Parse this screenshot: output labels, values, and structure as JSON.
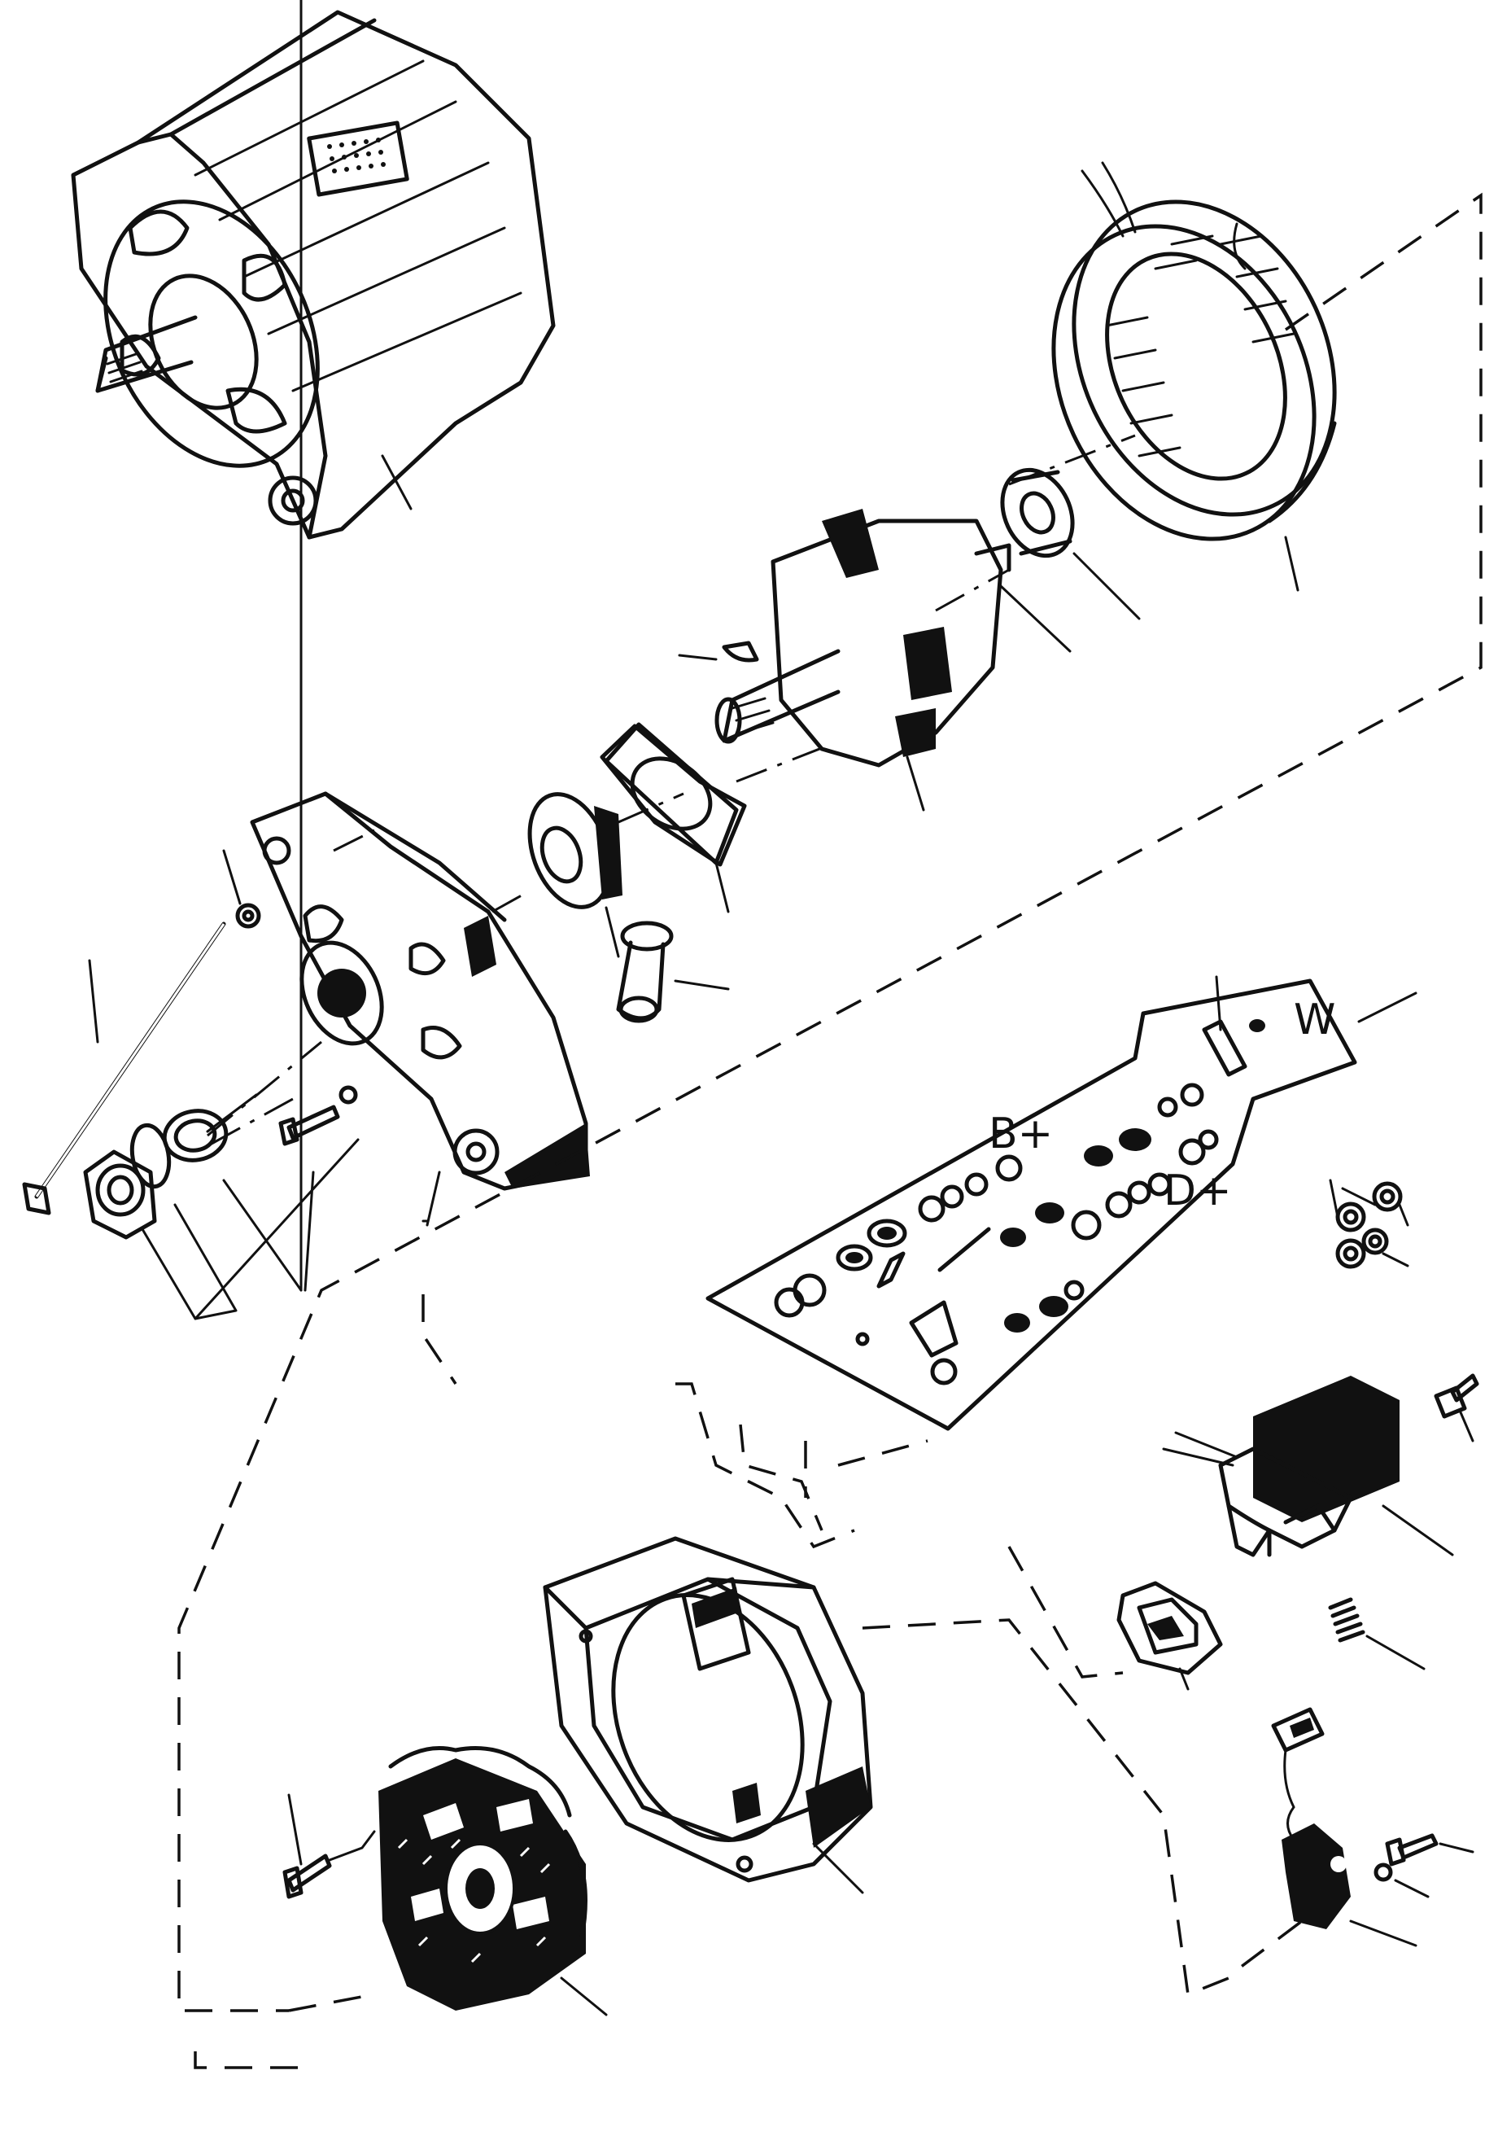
{
  "terminal_labels": {
    "w": "W",
    "b_plus": "B+",
    "d_plus": "D+"
  },
  "parts": [
    "alternator-assembly",
    "stator",
    "rear-bearing",
    "rotor",
    "woodruff-key",
    "bearing-retainer-plate",
    "front-bearing",
    "drive-end-housing",
    "through-bolt",
    "lock-washer",
    "nut",
    "spring-washer",
    "spacer-ring",
    "retainer-screw",
    "bushing",
    "terminal-plate",
    "regulator",
    "brush-holder",
    "spring",
    "slip-ring-end-housing",
    "rectifier",
    "suppression-capacitor"
  ]
}
